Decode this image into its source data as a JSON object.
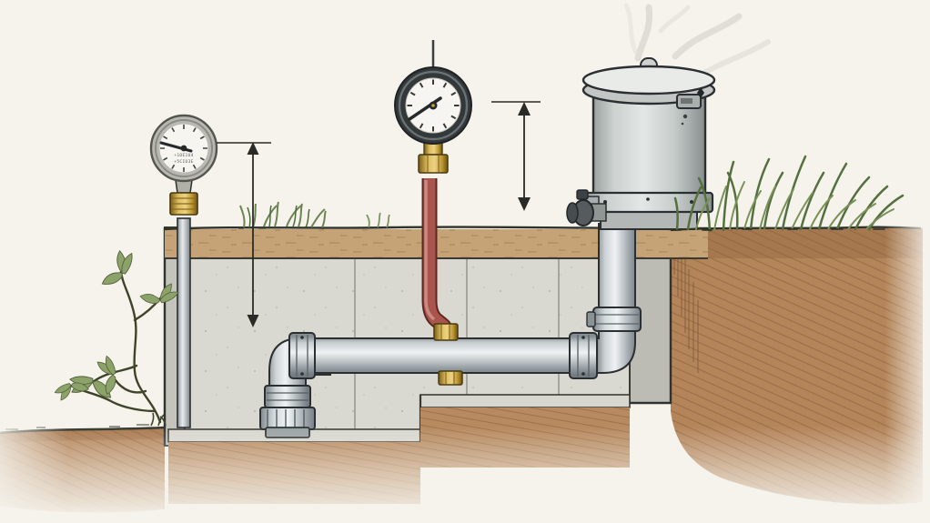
{
  "illustration": {
    "style": "hand-drawn watercolor technical cross-section",
    "subject": "Buried water line with two pressure gauges, underground concrete vault with stepped floor, steel pipe run, and above-ground vented tank",
    "background_color": "#f5f3ec",
    "ink_color": "#2e3231"
  },
  "left_gauge": {
    "name": "small pressure gauge on riser pipe",
    "dial_text_line1": "+1OE1U4",
    "dial_text_line2": "+5CIO3E",
    "needle_points": "west",
    "bezel_color": "#b9b9b3",
    "face_color": "#f6f5f0",
    "brass_fitting_color": "#c49e38"
  },
  "main_gauge": {
    "name": "large pressure gauge on red test line",
    "needle_points": "south-west",
    "bezel_color": "#33383a",
    "face_color": "#f6f5f1",
    "test_line_color": "#a9544d"
  },
  "tank": {
    "name": "steel tank with lidded top venting vapor",
    "body_color": "#d5dad8",
    "lid_color": "#e8ebe8",
    "valve": "dark shutoff valve at lower-left of base",
    "steam": "vapor wisps rising from lid"
  },
  "measurements": {
    "left_arrow": "vertical double arrow from gauge level down into vault",
    "middle_arrow": "vertical double arrow from gauge level down to ground"
  },
  "vault": {
    "description": "underground concrete vault, stepped floor",
    "wall_color": "#d9d9d2",
    "side_wall_color": "#c4c4bc"
  },
  "pipes": {
    "steel_color": "#c8cdd0",
    "description": "horizontal steel main with flanged couplings, elbow down at left, elbow up to tank at right",
    "brass_fitting_color": "#c49e38"
  },
  "terrain": {
    "topsoil_band_color": "#c6a377",
    "subsoil_color": "#b5855a",
    "grass_color": "#6d8454",
    "plant": "leafy vine growing beside vault wall"
  }
}
